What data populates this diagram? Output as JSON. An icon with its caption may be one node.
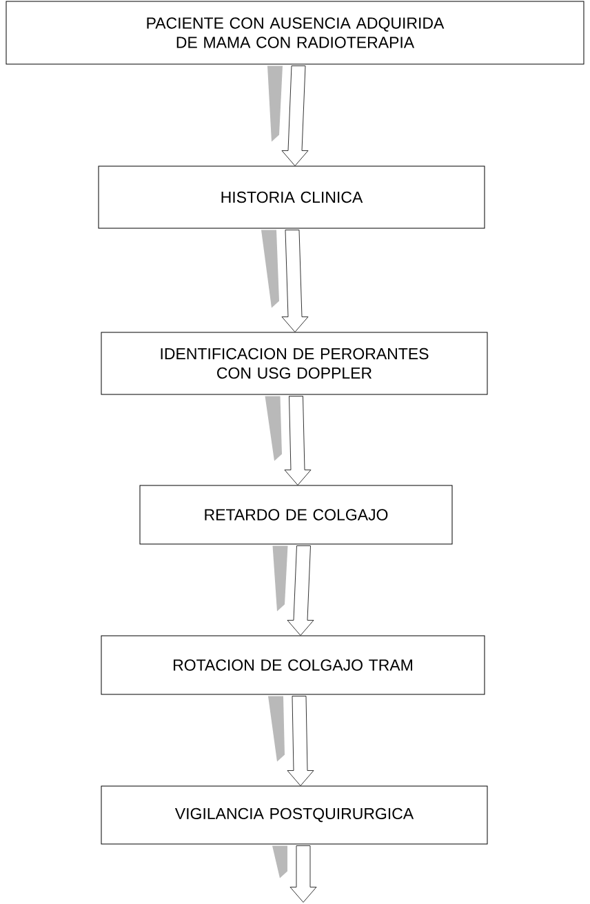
{
  "diagram": {
    "nodes": [
      {
        "text": [
          "PACIENTE CON AUSENCIA ADQUIRIDA DE MAMA CON RADIOTERAPIA"
        ]
      },
      {
        "text": [
          "HISTORIA CLINICA"
        ]
      },
      {
        "text": [
          "IDENTIFICACION DE PERORANTES CON USG DOPPLER"
        ]
      },
      {
        "text": [
          "RETARDO DE COLGAJO"
        ]
      },
      {
        "text": [
          "ROTACION DE COLGAJO TRAM"
        ]
      },
      {
        "text": [
          "VIGILANCIA POSTQUIRURGICA"
        ]
      }
    ],
    "edges": [
      {
        "from": 0,
        "to": 1,
        "arrow": "to"
      },
      {
        "from": 1,
        "to": 2,
        "arrow": "to"
      },
      {
        "from": 2,
        "to": 3,
        "arrow": "to"
      },
      {
        "from": 3,
        "to": 4,
        "arrow": "to"
      },
      {
        "from": 4,
        "to": 5,
        "arrow": "to"
      },
      {
        "from": 5,
        "to": null,
        "arrow": "to"
      }
    ]
  }
}
